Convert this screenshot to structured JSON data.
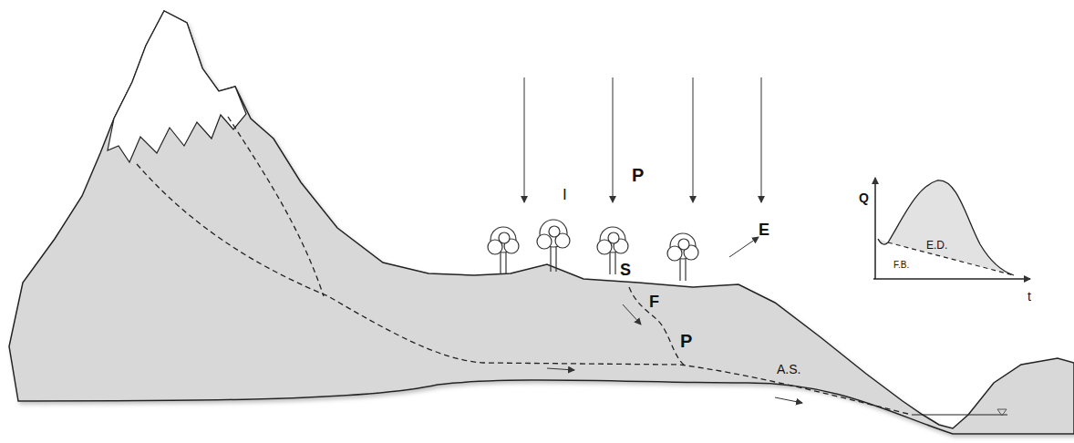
{
  "diagram": {
    "labels": [
      "I",
      "P",
      "E",
      "S",
      "F",
      "P",
      "A.S.",
      "Q",
      "E.D.",
      "F.B.",
      "t"
    ]
  }
}
